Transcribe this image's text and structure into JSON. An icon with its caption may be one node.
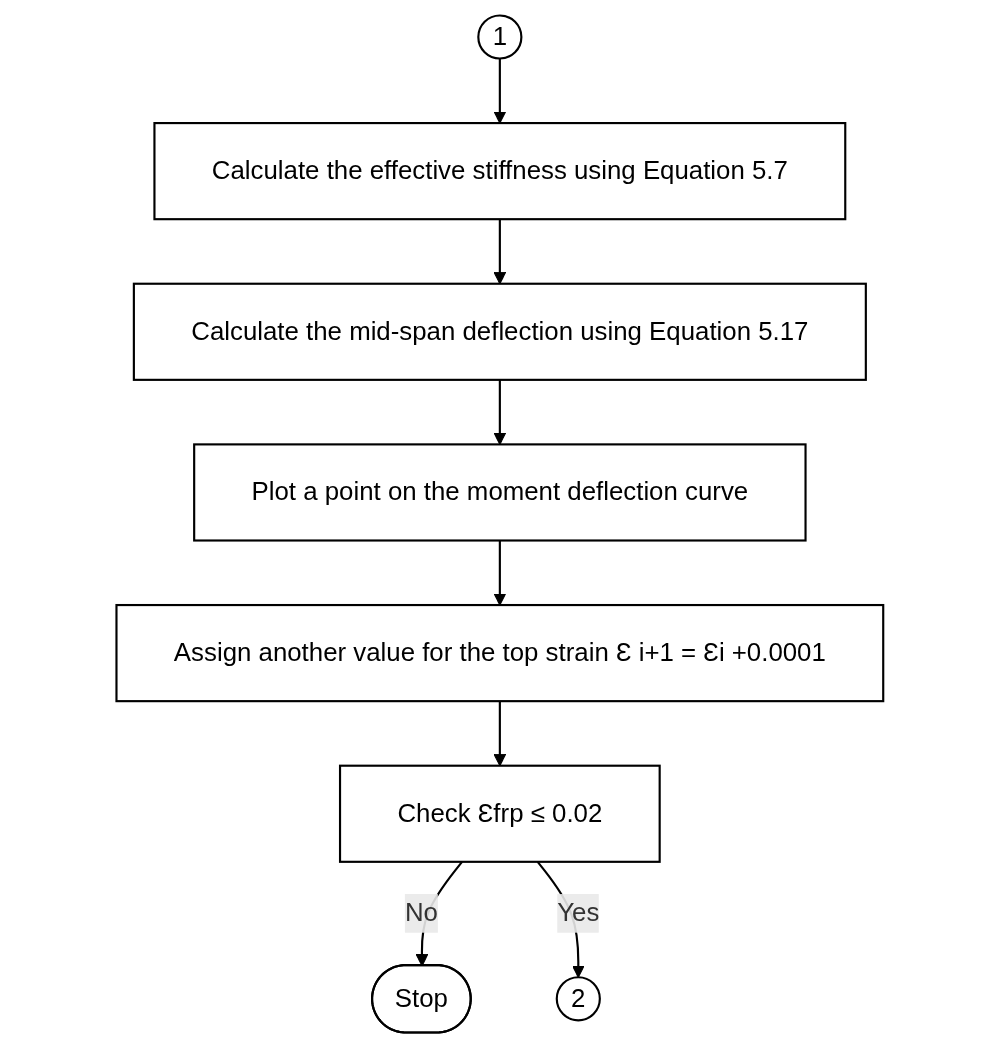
{
  "diagram": {
    "nodes": [
      {
        "text": [
          "1"
        ]
      },
      {
        "text": [
          "2"
        ]
      },
      {
        "text": [
          "Calculate the effective stiffness using Equation 5.7"
        ]
      },
      {
        "text": [
          "Calculate the mid-span deflection using Equation 5.17"
        ]
      },
      {
        "text": [
          "Plot a point on the moment deflection curve"
        ]
      },
      {
        "text": [
          "Assign another value for the top strain Ɛ i+1 = Ɛi +0.0001"
        ]
      },
      {
        "text": [
          "Check Ɛfrp ≤ 0.02"
        ]
      },
      {
        "text": [
          "Stop"
        ]
      }
    ],
    "edges": [
      {
        "from": 0,
        "to": 2,
        "arrow": "to"
      },
      {
        "from": 2,
        "to": 3,
        "arrow": "to"
      },
      {
        "from": 3,
        "to": 4,
        "arrow": "to"
      },
      {
        "from": 4,
        "to": 5,
        "arrow": "to"
      },
      {
        "from": 5,
        "to": 6,
        "arrow": "to"
      },
      {
        "from": 6,
        "to": 7,
        "arrow": "to",
        "label": "No"
      },
      {
        "from": 6,
        "to": 1,
        "arrow": "to",
        "label": "Yes"
      }
    ]
  }
}
